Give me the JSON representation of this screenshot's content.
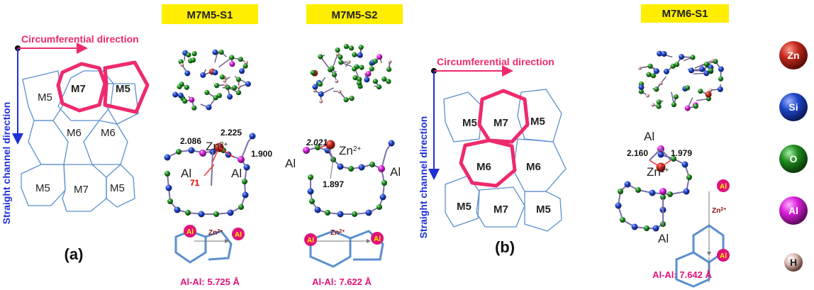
{
  "panels": {
    "a": {
      "label": "(a)",
      "circumferential": "Circumferential direction",
      "straight": "Straight channel direction",
      "rings": [
        "M5",
        "M7",
        "M5",
        "M6",
        "M6",
        "M5",
        "M7",
        "M5"
      ]
    },
    "b": {
      "label": "(b)",
      "circumferential": "Circumferential direction",
      "straight": "Straight channel direction",
      "rings": [
        "M5",
        "M7",
        "M5",
        "M6",
        "M6",
        "M5",
        "M7",
        "M5"
      ]
    }
  },
  "structures": {
    "s1": {
      "title": "M7M5-S1",
      "distances": [
        "2.086",
        "2.225",
        "1.900"
      ],
      "angle": "71",
      "zn": "Zn",
      "zn_sup": "2+",
      "al_labels": [
        "Al",
        "Al"
      ],
      "schematic_al": [
        "Al",
        "Al"
      ],
      "schematic_zn": "Zn",
      "schematic_zn_sup": "2+",
      "al_al": "Al-Al: 5.725 Å"
    },
    "s2": {
      "title": "M7M5-S2",
      "distances": [
        "2.021",
        "1.897"
      ],
      "zn": "Zn",
      "zn_sup": "2+",
      "al_labels": [
        "Al",
        "Al"
      ],
      "schematic_al": [
        "Al",
        "Al"
      ],
      "schematic_zn": "Zn",
      "schematic_zn_sup": "2+",
      "al_al": "Al-Al: 7.622 Å"
    },
    "s3": {
      "title": "M7M6-S1",
      "distances": [
        "2.160",
        "1.979"
      ],
      "zn": "Zn",
      "zn_sup": "2+",
      "al_labels": [
        "Al",
        "Al"
      ],
      "schematic_al": [
        "Al",
        "Al"
      ],
      "schematic_zn": "Zn",
      "schematic_zn_sup": "2+",
      "al_al": "Al-Al: 7.642 Å"
    }
  },
  "legend": [
    {
      "symbol": "Zn",
      "color": "#c0281c"
    },
    {
      "symbol": "Si",
      "color": "#1f46c8"
    },
    {
      "symbol": "O",
      "color": "#1f8a1f"
    },
    {
      "symbol": "Al",
      "color": "#d81ed8"
    },
    {
      "symbol": "H",
      "color": "#d8b6ad"
    }
  ],
  "colors": {
    "highlight": "#ee2a6e",
    "ring_outline": "#5b8fcf",
    "title_box": "#ffee00",
    "arrow_pink": "#ee2a6e",
    "arrow_blue": "#1f2fd8",
    "alal_text": "#e0127a",
    "bond": "#7c6fa8"
  }
}
